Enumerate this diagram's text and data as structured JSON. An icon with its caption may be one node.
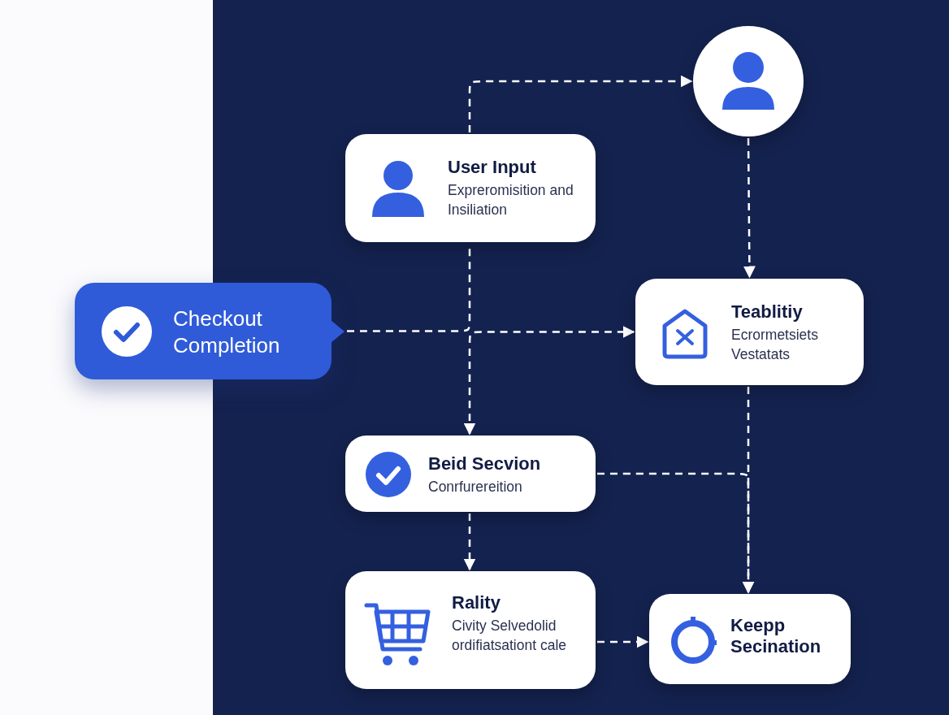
{
  "diagram": {
    "nodes": [
      {
        "text": [
          "Checkout Completion"
        ]
      },
      {
        "text": [
          "User Input",
          "Expreromisition and Insiliation"
        ]
      },
      {
        "text": [],
        "shape": "circle"
      },
      {
        "text": [
          "Teablitiy",
          "Ecrormetsiets Vestatats"
        ]
      },
      {
        "text": [
          "Beid Secvion",
          "Conrfurereition"
        ]
      },
      {
        "text": [
          "Rality",
          "Civity Selvedolid ordifiatsationt cale"
        ]
      },
      {
        "text": [
          "Keepp Secination"
        ]
      }
    ],
    "edges": [
      {
        "from": 0,
        "to": 1,
        "arrow": "none",
        "style": "dashed"
      },
      {
        "from": 1,
        "to": 2,
        "arrow": "to",
        "style": "dashed"
      },
      {
        "from": 2,
        "to": 3,
        "arrow": "to",
        "style": "dashed"
      },
      {
        "from": 4,
        "to": 3,
        "arrow": "both",
        "style": "dashed"
      },
      {
        "from": 4,
        "to": 5,
        "arrow": "to",
        "style": "dashed"
      },
      {
        "from": 3,
        "to": 6,
        "arrow": "to",
        "style": "dashed"
      },
      {
        "from": 4,
        "to": 6,
        "arrow": "to",
        "style": "dashed"
      },
      {
        "from": 5,
        "to": 6,
        "arrow": "to",
        "style": "dashed"
      }
    ]
  }
}
